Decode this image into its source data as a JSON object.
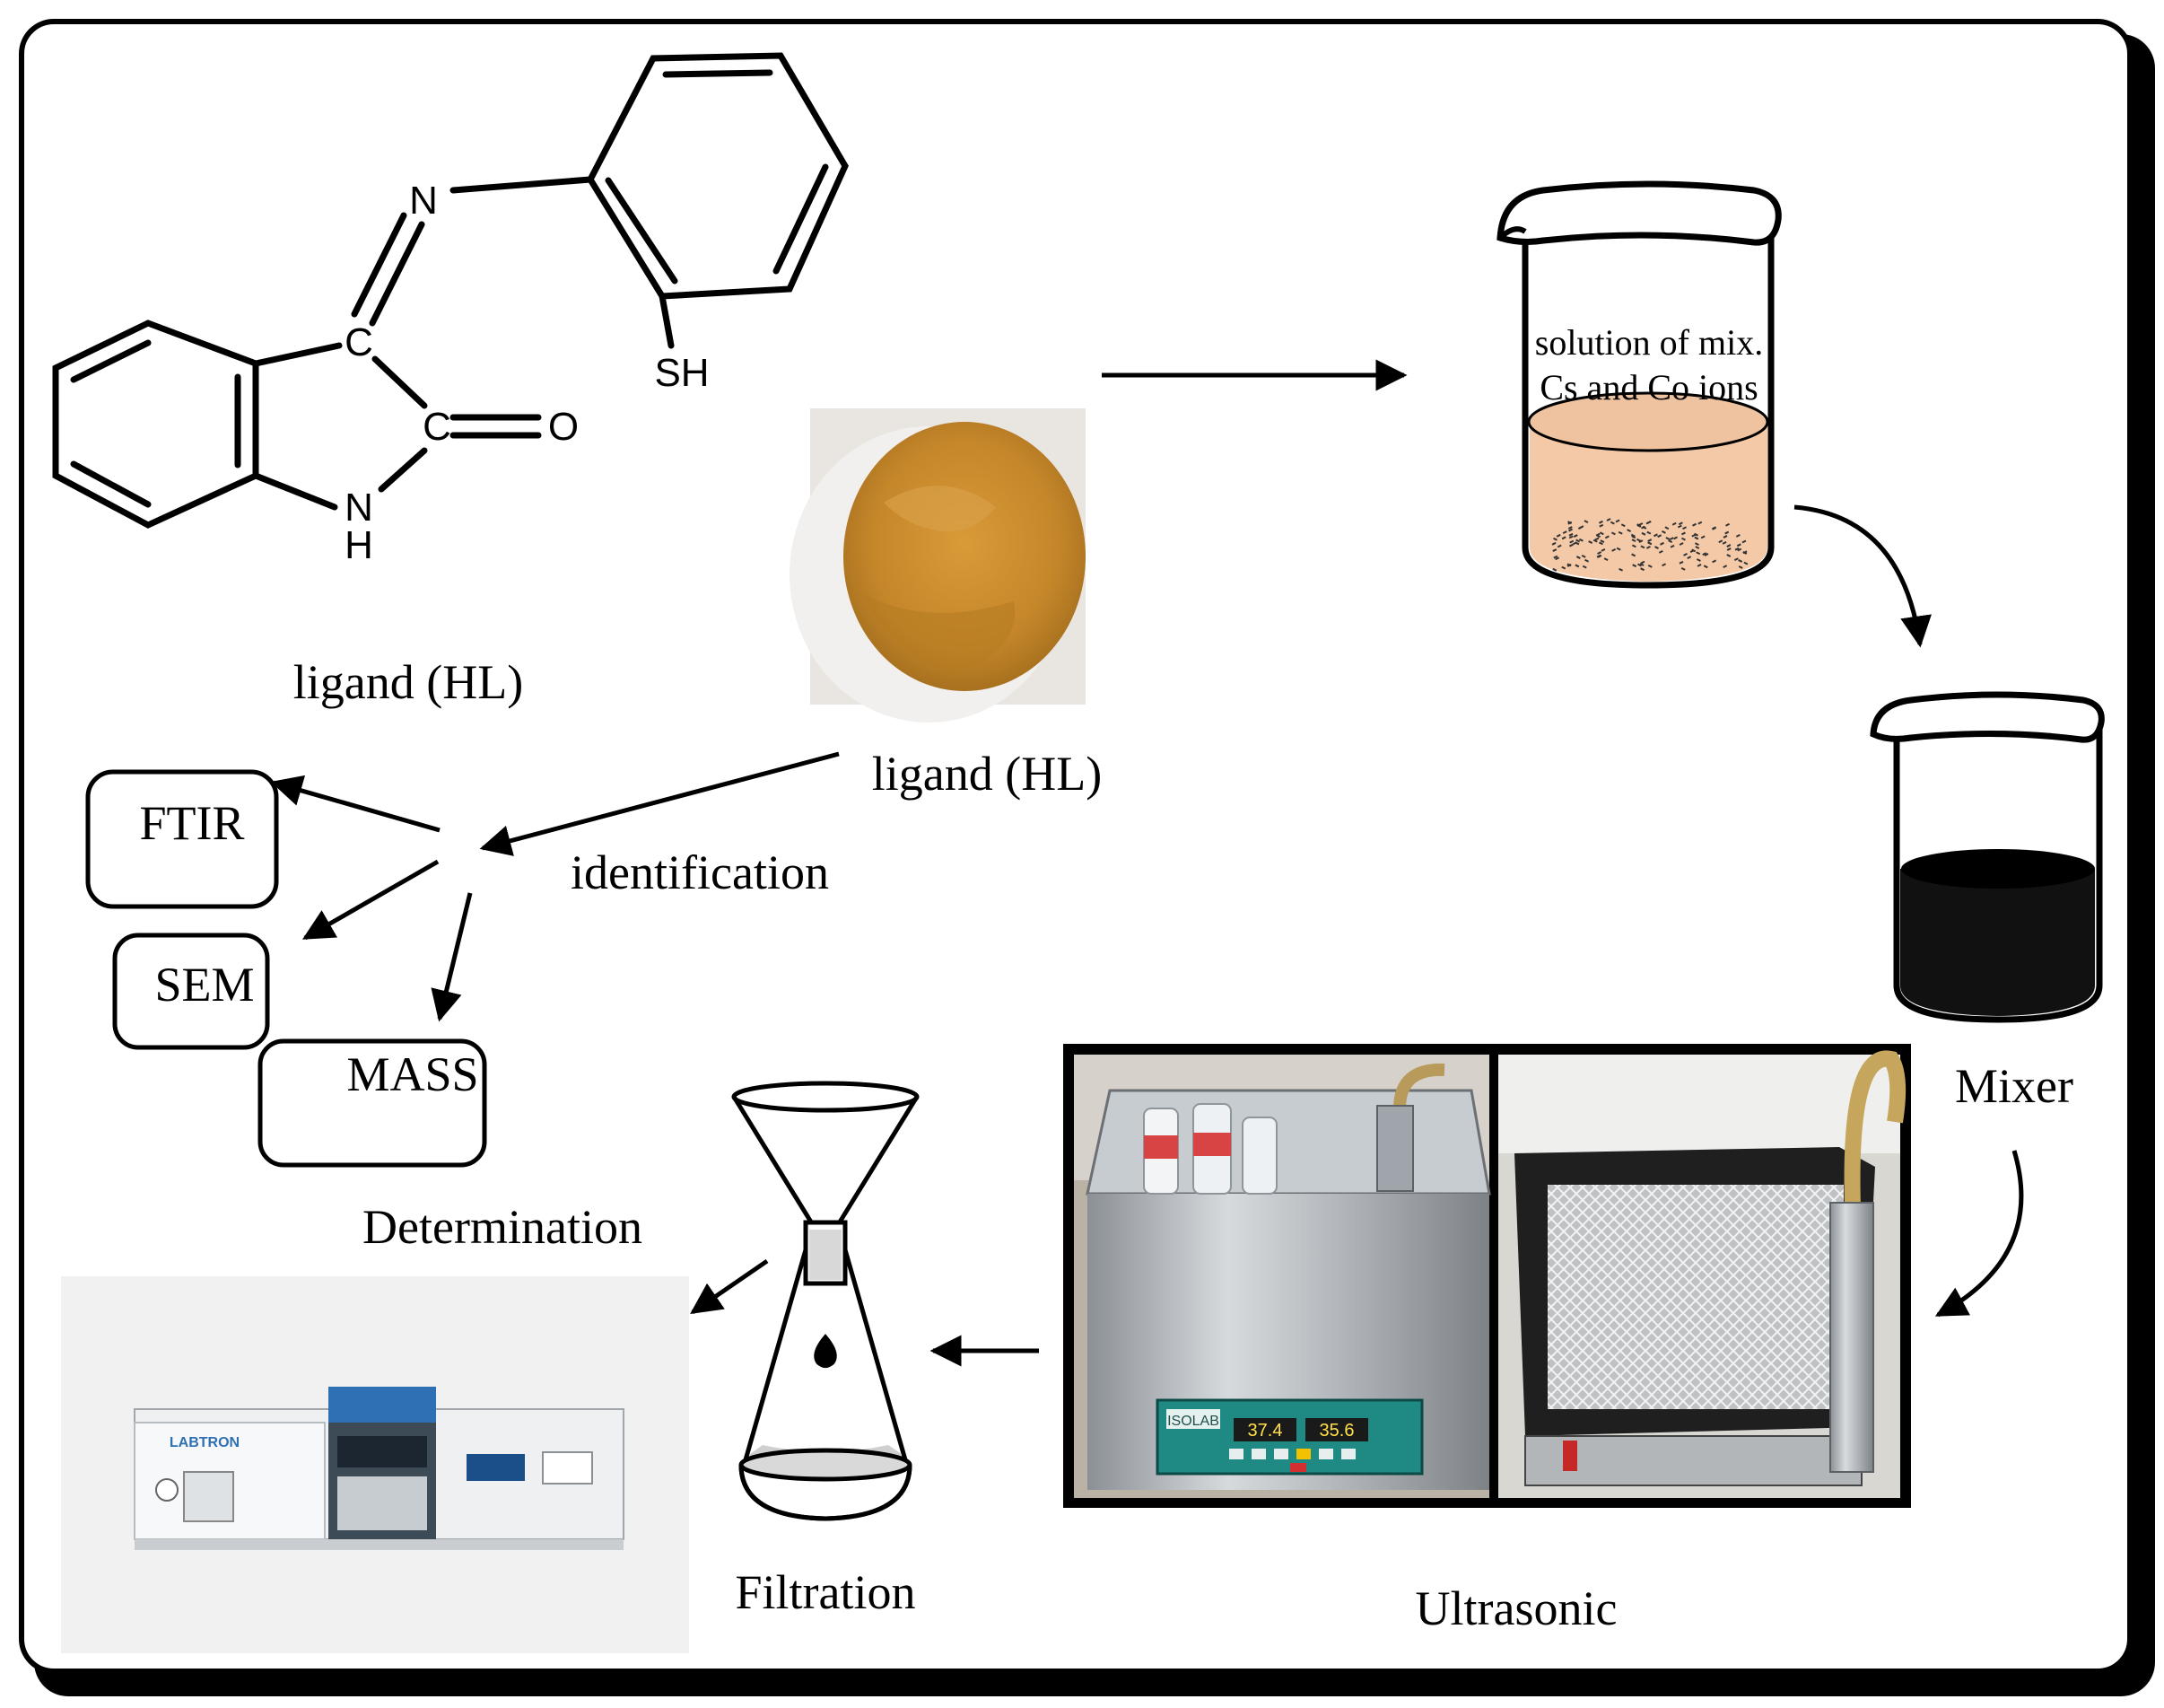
{
  "structure": {
    "atom_N": "N",
    "atom_C1": "C",
    "atom_C2": "C",
    "atom_O": "O",
    "atom_NH_N": "N",
    "atom_NH_H": "H",
    "group_SH": "SH"
  },
  "labels": {
    "ligand_caption": "ligand (HL)",
    "ligand_photo_caption": "ligand (HL)",
    "identification": "identification",
    "ftir": "FTIR",
    "sem": "SEM",
    "mass": "MASS",
    "determination": "Determination",
    "beaker_line1": "solution of mix.",
    "beaker_line2": "Cs and Co ions",
    "mixer": "Mixer",
    "ultrasonic": "Ultrasonic",
    "filtration": "Filtration",
    "instrument_brand": "LABTRON",
    "bath_brand": "ISOLAB",
    "bath_display_1": "37.4",
    "bath_display_2": "35.6"
  },
  "colors": {
    "ligand_powder": "#c98a2a",
    "solution": "#f3c9a8",
    "mixer_liquid": "#111111",
    "instrument_accent": "#2f6fb3",
    "bath_panel": "#1f8a84"
  }
}
